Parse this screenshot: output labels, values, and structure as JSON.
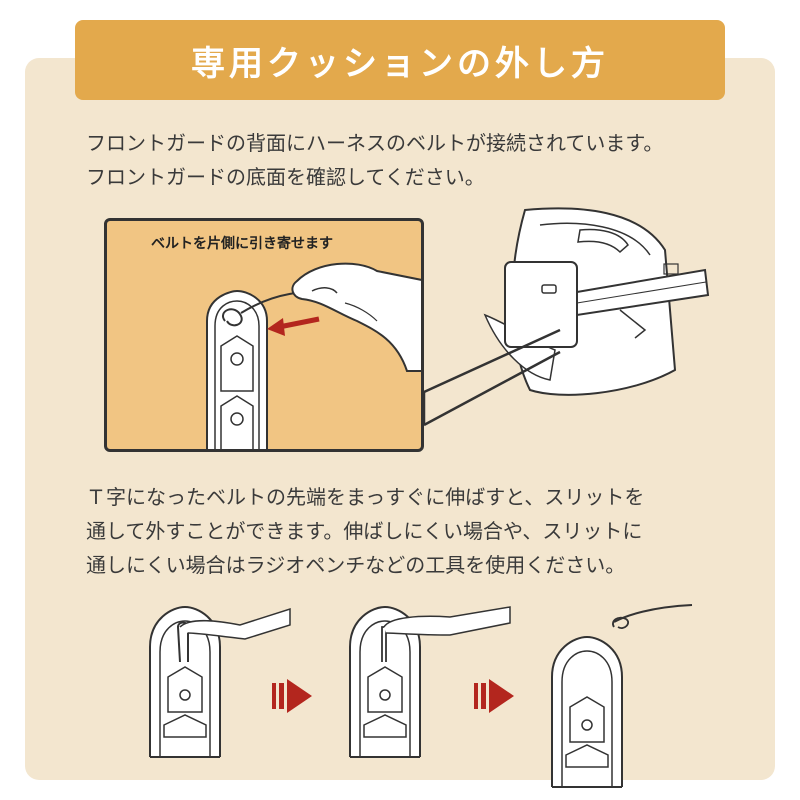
{
  "header": {
    "title": "専用クッションの外し方"
  },
  "intro": {
    "lines": [
      "フロントガードの背面にハーネスのベルトが接続されています。",
      "フロントガードの底面を確認してください。"
    ]
  },
  "callout": {
    "label": "ベルトを片側に引き寄せます"
  },
  "instructions": {
    "lines": [
      "Ｔ字になったベルトの先端をまっすぐに伸ばすと、スリットを",
      "通して外すことができます。伸ばしにくい場合や、スリットに",
      "通しにくい場合はラジオペンチなどの工具を使用ください。"
    ]
  },
  "steps": [
    {
      "name": "step-1"
    },
    {
      "name": "step-2"
    },
    {
      "name": "step-3"
    }
  ],
  "colors": {
    "banner": "#e3a94c",
    "panel": "#f3e6cf",
    "callout": "#f1c583",
    "arrow": "#b3261e"
  },
  "icons": [
    "hand-pull-icon",
    "red-arrow-icon",
    "step-arrow-icon"
  ]
}
